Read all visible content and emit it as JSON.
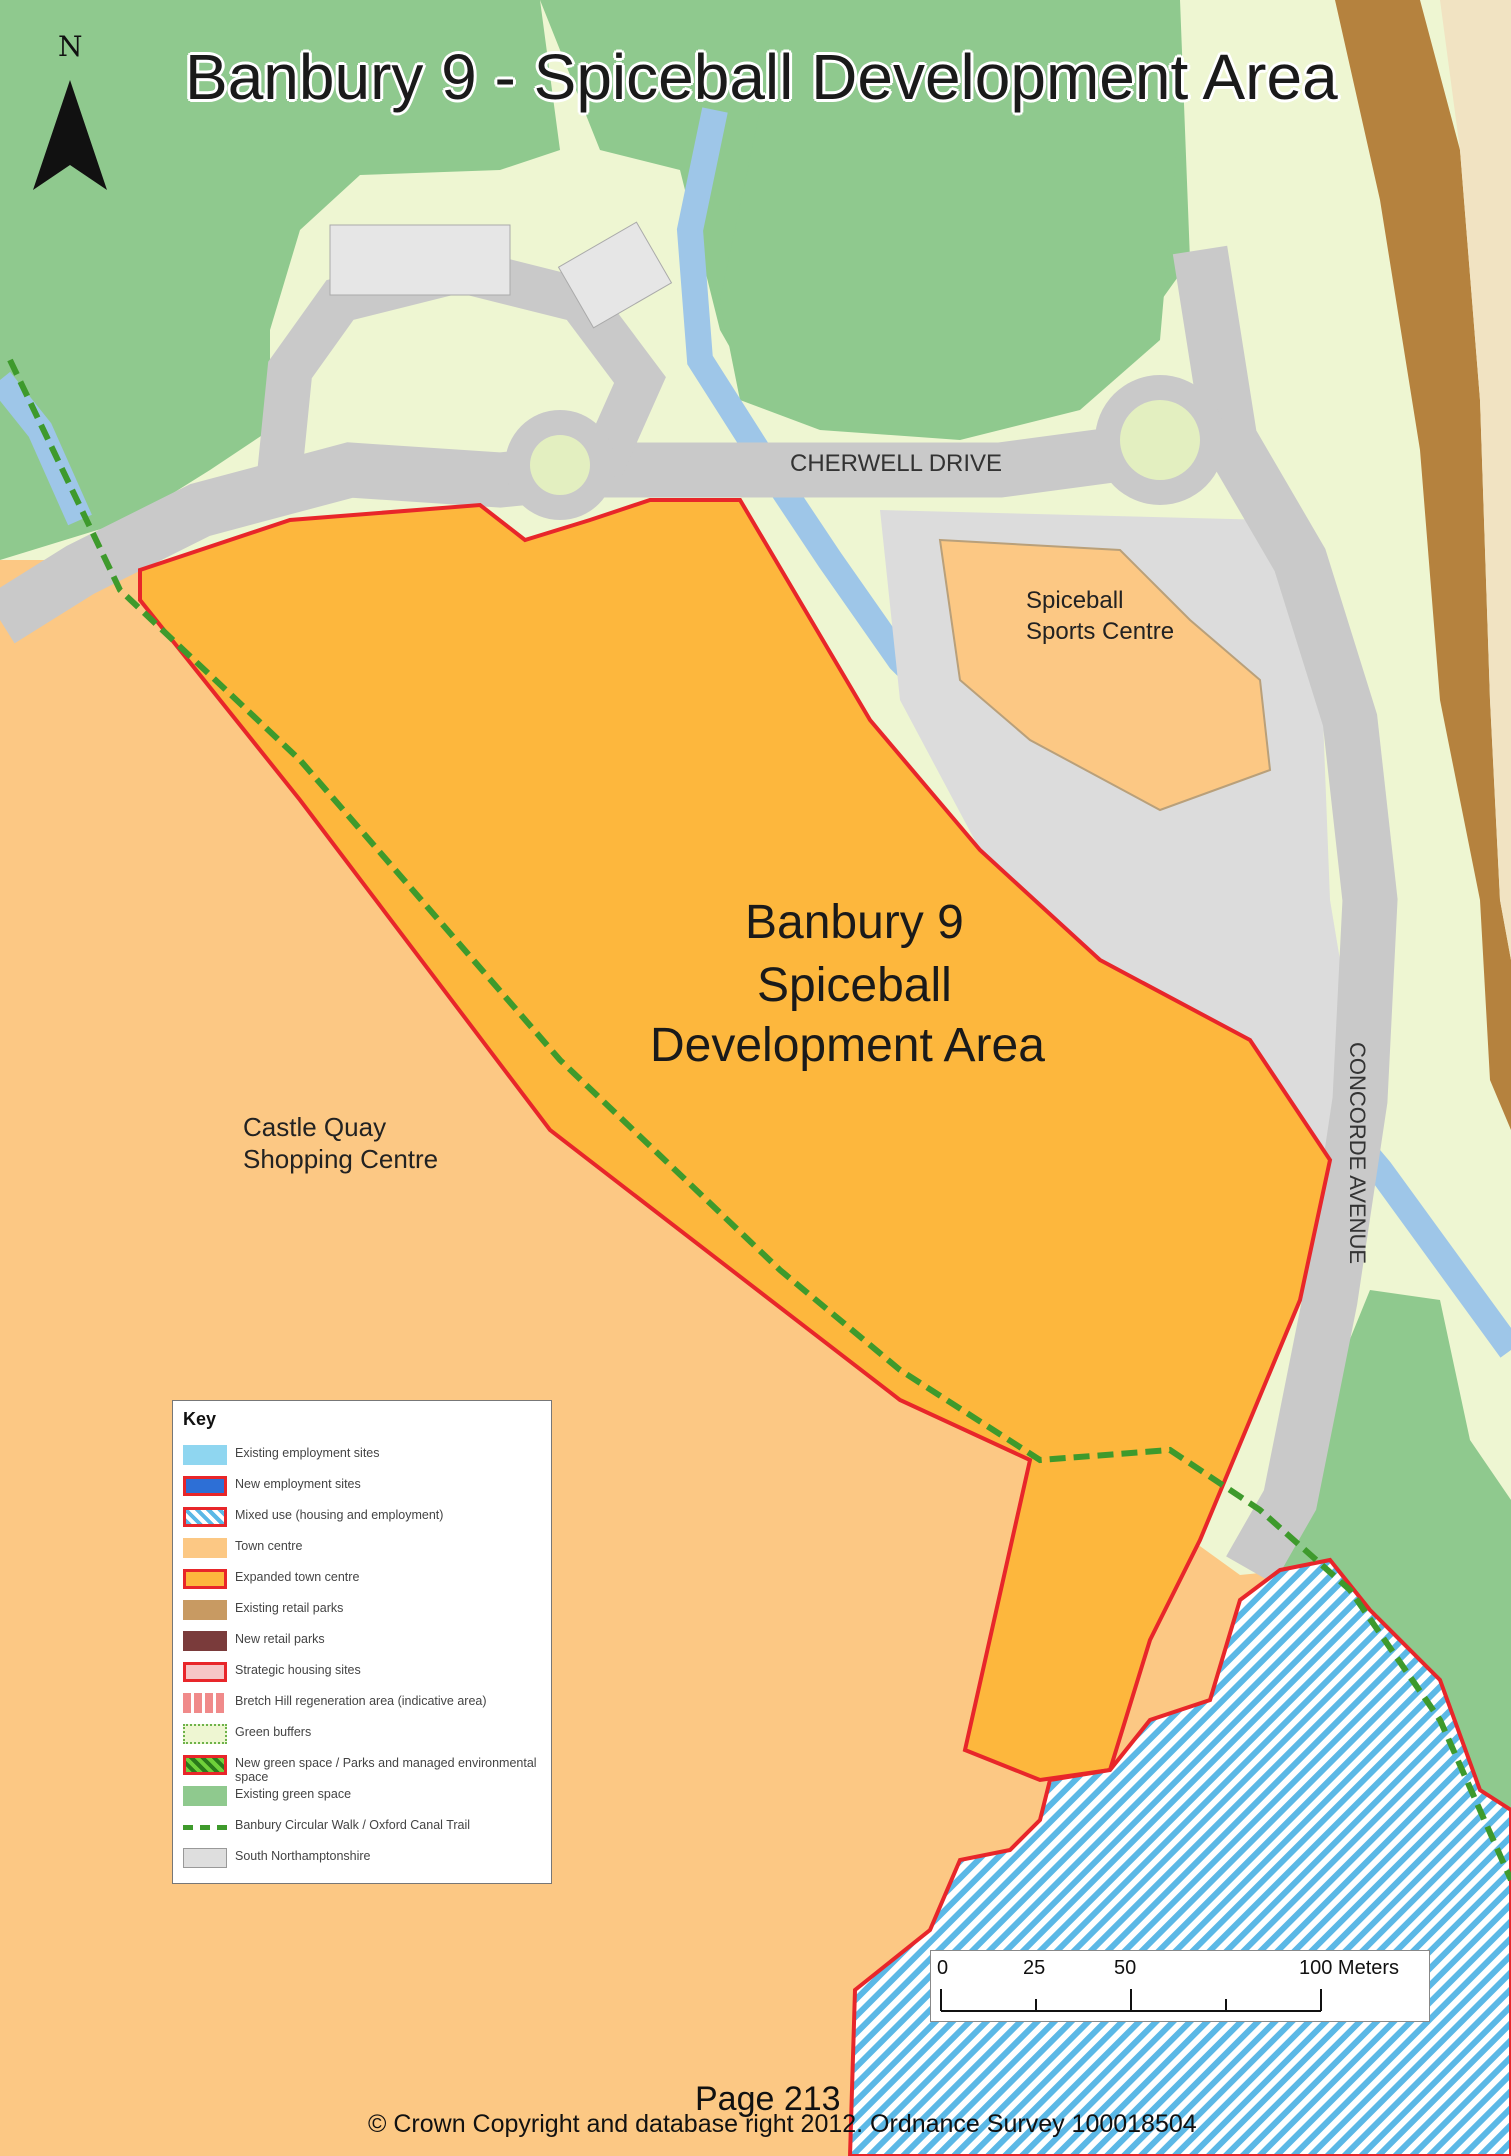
{
  "title": "Banbury 9 - Spiceball Development Area",
  "north_arrow": "N",
  "icons": {
    "north": "north-arrow-icon"
  },
  "place_labels": {
    "road_cherwell": "CHERWELL DRIVE",
    "sports_centre_1": "Spiceball",
    "sports_centre_2": "Sports Centre",
    "site_1": "Banbury 9",
    "site_2": "Spiceball",
    "site_3": "Development Area",
    "castle_quay_1": "Castle Quay",
    "castle_quay_2": "Shopping Centre",
    "road_concorde": "CONCORDE AVENUE"
  },
  "colors": {
    "town_centre": "#fcc884",
    "expanded_town_centre": "#fdb73d",
    "boundary_red": "#e8262a",
    "existing_green": "#8fc98e",
    "green_buffer": "#eef6d2",
    "road": "#c9c9c9",
    "river": "#9ec6e8",
    "retail": "#b5823e",
    "mixed_hatch": "#5bb8e6",
    "circular_walk": "#3e9a2c"
  },
  "key": {
    "title": "Key",
    "items": [
      {
        "label": "Existing employment sites",
        "style": "employment"
      },
      {
        "label": "New employment sites",
        "style": "new-employment"
      },
      {
        "label": "Mixed use (housing and employment)",
        "style": "mixed"
      },
      {
        "label": "Town centre",
        "style": "town"
      },
      {
        "label": "Expanded town centre",
        "style": "expanded"
      },
      {
        "label": "Existing retail parks",
        "style": "retail"
      },
      {
        "label": "New retail parks",
        "style": "new-retail"
      },
      {
        "label": "Strategic housing sites",
        "style": "housing"
      },
      {
        "label": "Bretch Hill regeneration area (indicative area)",
        "style": "bretch"
      },
      {
        "label": "Green buffers",
        "style": "buffer"
      },
      {
        "label": "New green space / Parks and managed environmental space",
        "style": "new-green"
      },
      {
        "label": "Existing green space",
        "style": "green"
      },
      {
        "label": "Banbury Circular Walk / Oxford Canal Trail",
        "style": "walk"
      },
      {
        "label": "South Northamptonshire",
        "style": "south"
      }
    ]
  },
  "scale": {
    "ticks": [
      "0",
      "25",
      "50",
      "100 Meters"
    ]
  },
  "footer": {
    "page": "Page 213",
    "copyright": "© Crown Copyright and database right 2012. Ordnance Survey 100018504"
  }
}
